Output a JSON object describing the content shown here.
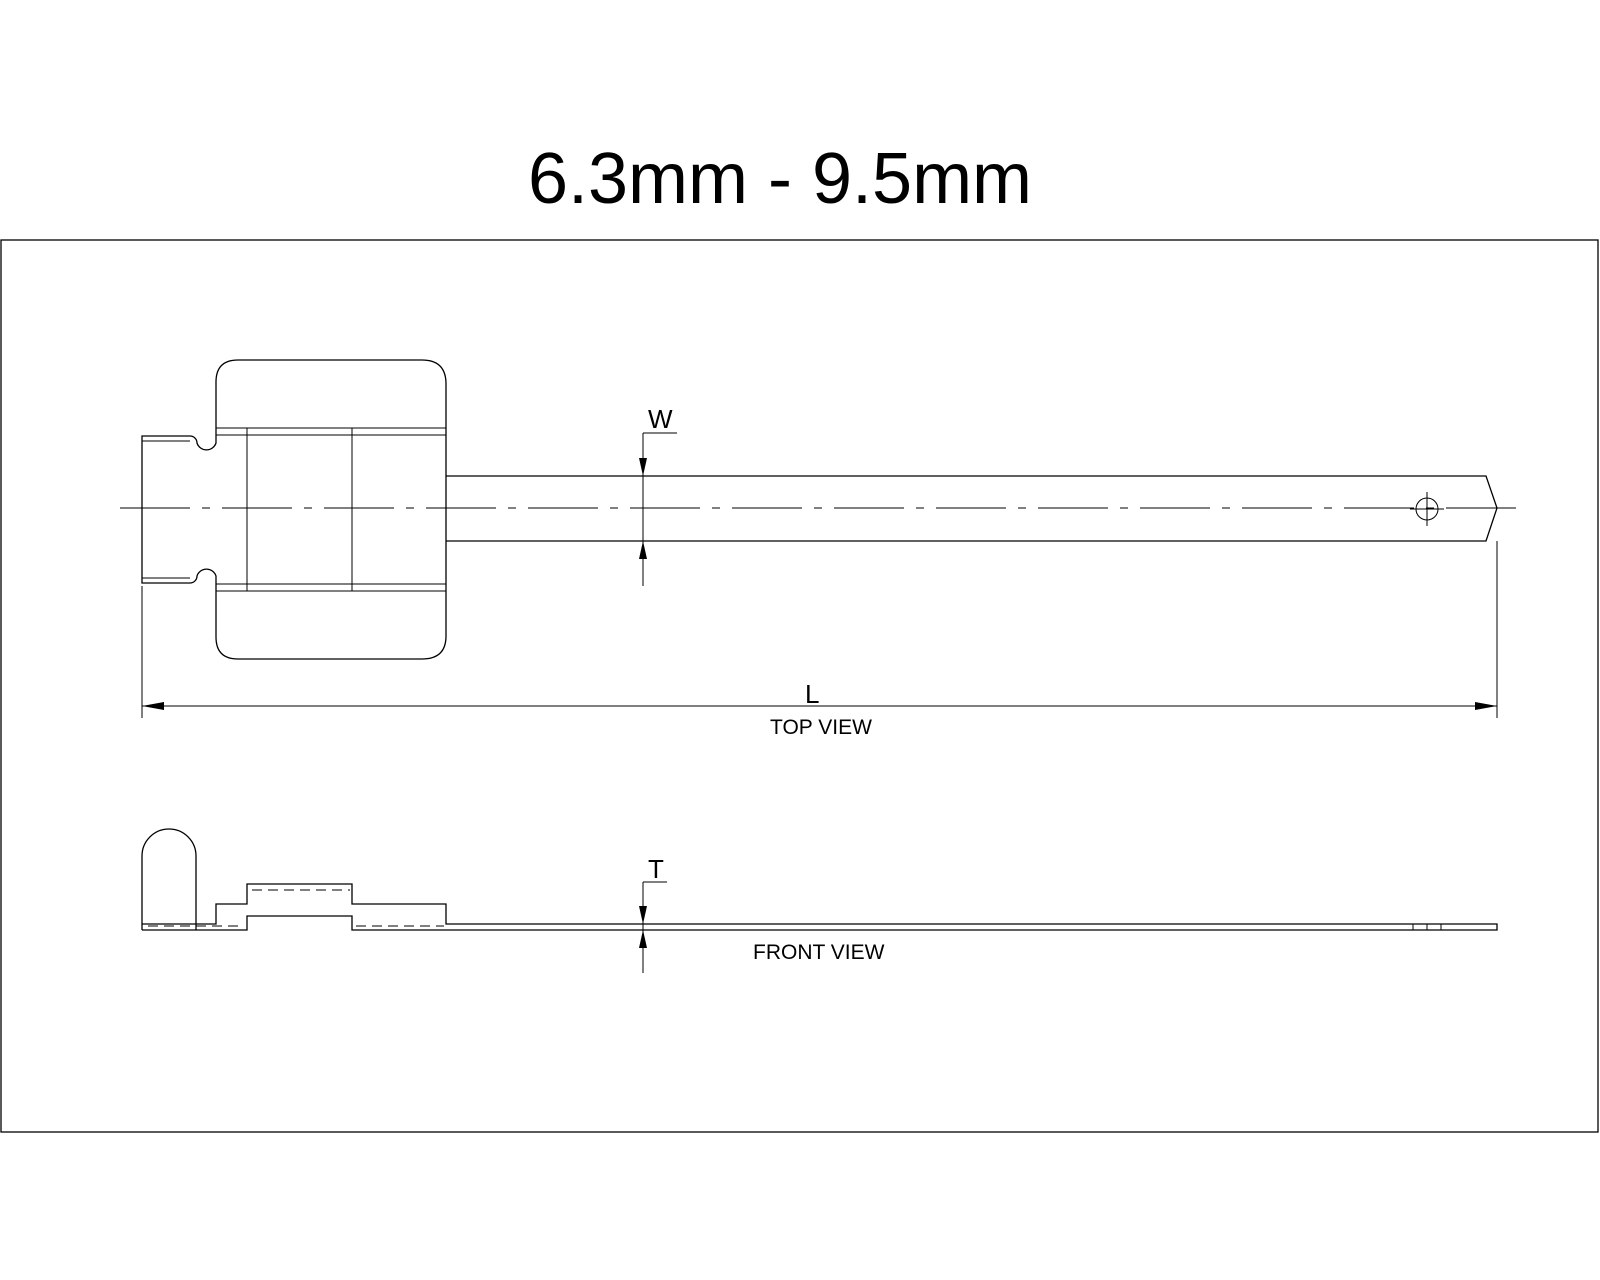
{
  "title": "6.3mm - 9.5mm",
  "dimensions": {
    "width_label": "W",
    "length_label": "L",
    "thickness_label": "T"
  },
  "views": {
    "top": "TOP VIEW",
    "front": "FRONT VIEW"
  }
}
